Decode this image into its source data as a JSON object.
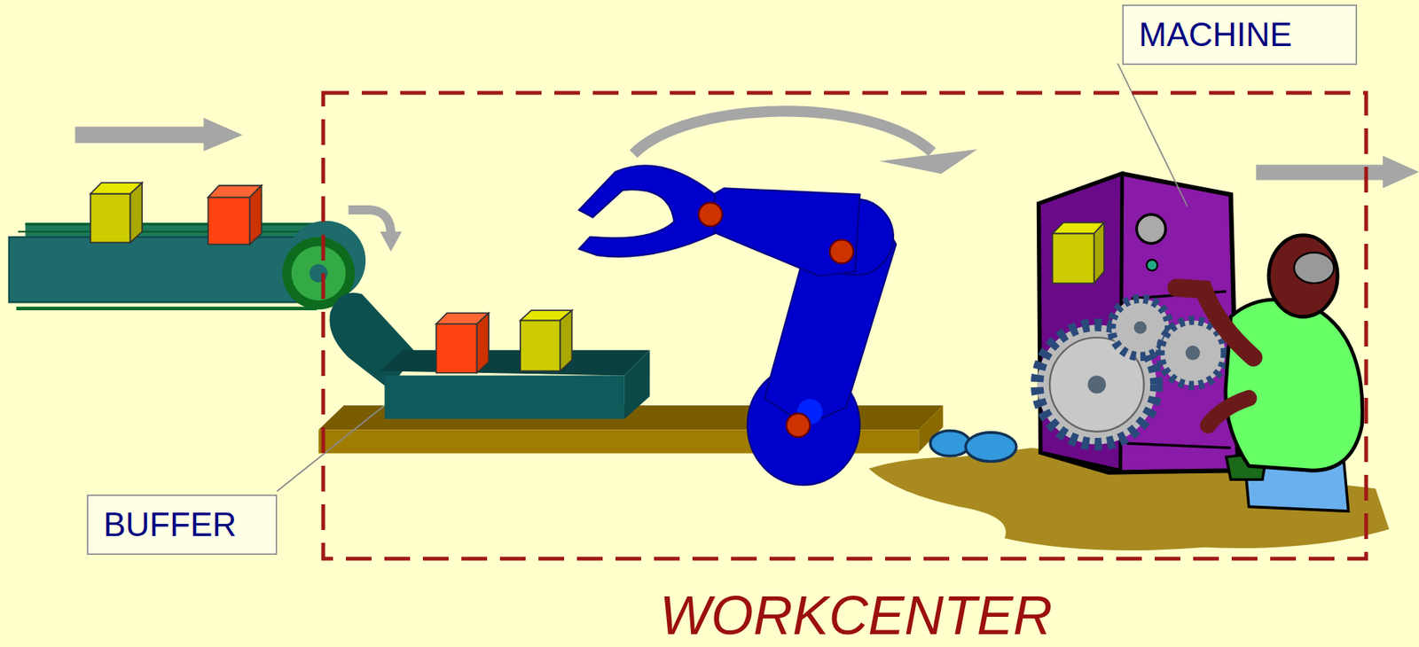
{
  "diagram": {
    "nodes": [
      {
        "text": [
          "MACHINE"
        ]
      },
      {
        "text": [
          "WORKCENTER"
        ]
      },
      {
        "text": [
          "BUFFER"
        ]
      }
    ]
  }
}
